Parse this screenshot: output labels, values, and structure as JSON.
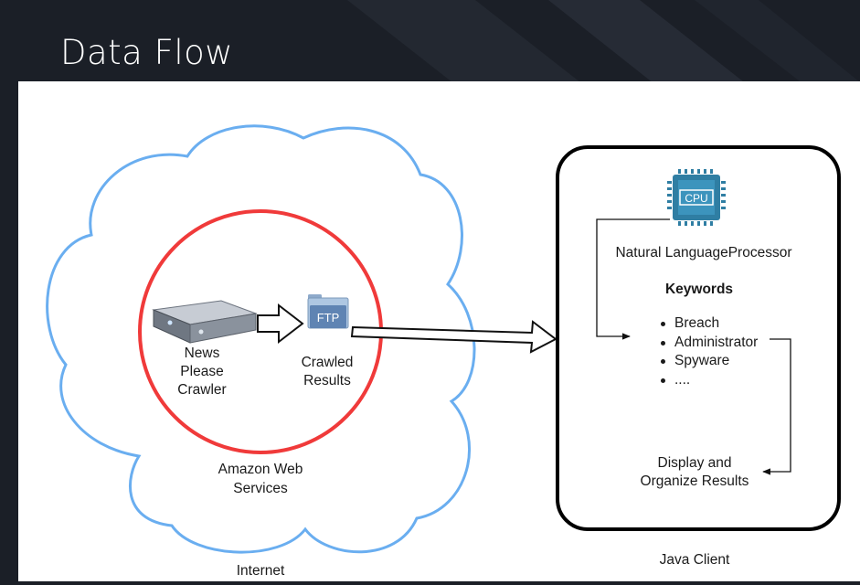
{
  "slide": {
    "title": "Data Flow"
  },
  "diagram": {
    "cloud_label": "Internet",
    "aws_label": "Amazon Web Services",
    "crawler_label": [
      "News",
      "Please",
      "Crawler"
    ],
    "ftp_label": [
      "Crawled",
      "Results"
    ],
    "ftp_icon_text": "FTP",
    "cpu_icon_text": "CPU",
    "nlp_label": "Natural LanguageProcessor",
    "keywords_title": "Keywords",
    "keywords": [
      "Breach",
      "Administrator",
      "Spyware",
      "...."
    ],
    "display_label": [
      "Display and",
      "Organize Results"
    ],
    "client_label": "Java Client"
  },
  "colors": {
    "background": "#1b1f27",
    "cloud_stroke": "#6aaef0",
    "aws_circle": "#f03a3a",
    "client_box": "#000000",
    "cpu_fill": "#2f7ea3",
    "ftp_folder": "#a9c3e0"
  }
}
